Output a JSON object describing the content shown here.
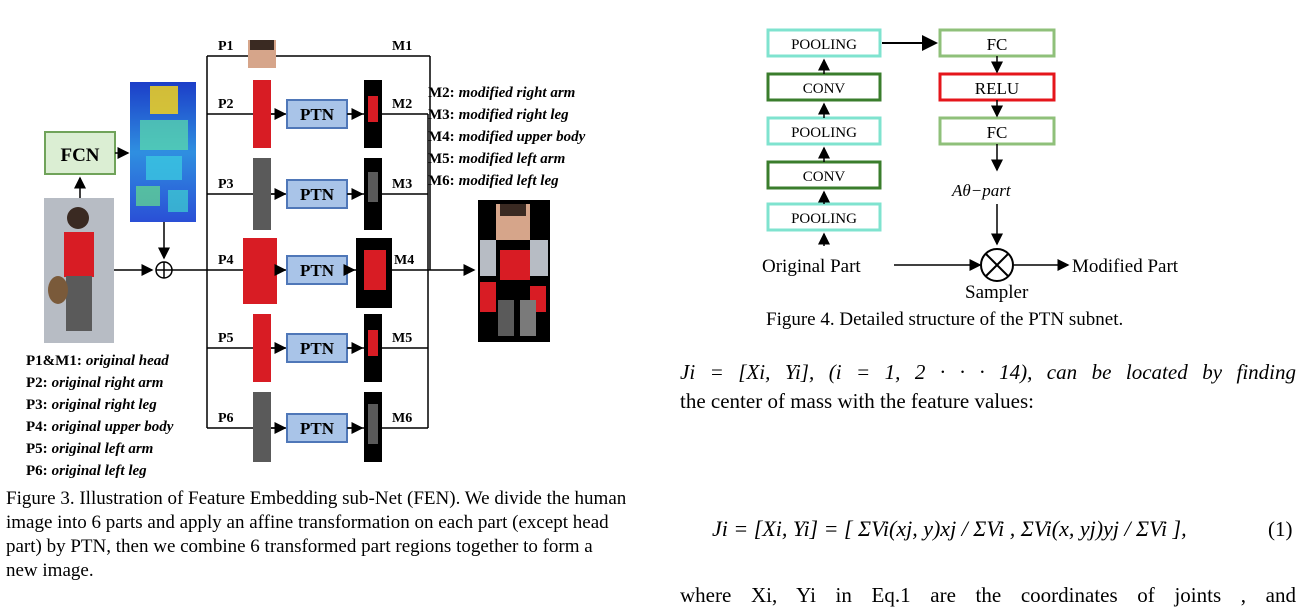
{
  "figure3": {
    "fcn_label": "FCN",
    "ptn_label": "PTN",
    "parts": [
      "P1",
      "P2",
      "P3",
      "P4",
      "P5",
      "P6"
    ],
    "mods": [
      "M1",
      "M2",
      "M3",
      "M4",
      "M5",
      "M6"
    ],
    "mod_legend": [
      {
        "key": "M2:",
        "text": "modified right arm"
      },
      {
        "key": "M3:",
        "text": "modified right leg"
      },
      {
        "key": "M4:",
        "text": "modified upper body"
      },
      {
        "key": "M5:",
        "text": "modified left arm"
      },
      {
        "key": "M6:",
        "text": "modified left leg"
      }
    ],
    "part_legend": [
      {
        "key": "P1&M1:",
        "text": "original head"
      },
      {
        "key": "P2:",
        "text": "original right arm"
      },
      {
        "key": "P3:",
        "text": "original right leg"
      },
      {
        "key": "P4:",
        "text": "original upper body"
      },
      {
        "key": "P5:",
        "text": "original left arm"
      },
      {
        "key": "P6:",
        "text": "original left leg"
      }
    ],
    "caption": "Figure 3. Illustration of Feature Embedding sub-Net (FEN). We divide the human image into 6 parts and apply an affine transformation on each part (except head part) by PTN, then we combine 6 transformed part regions together to form a new image."
  },
  "figure4": {
    "left_stack": [
      "POOLING",
      "CONV",
      "POOLING",
      "CONV",
      "POOLING"
    ],
    "right_stack": [
      "FC",
      "RELU",
      "FC"
    ],
    "theta_label": "Aθ−part",
    "input_label": "Original Part",
    "output_label": "Modified Part",
    "sampler_label": "Sampler",
    "caption": "Figure 4. Detailed structure of the PTN subnet."
  },
  "text": {
    "line1": "Ji = [Xi, Yi], (i = 1, 2 · · · 14), can be located by finding",
    "line2": "the center of mass with the feature values:",
    "equation": "Ji = [Xi, Yi] = [ ΣVi(xj, y)xj / ΣVi , ΣVi(x, yj)yj / ΣVi ],",
    "eq_number": "(1)",
    "where": "where Xi, Yi in Eq.1 are the coordinates of joints , and"
  },
  "colors": {
    "fcn_fill": "#dbeed3",
    "fcn_border": "#70a35a",
    "ptn_fill": "#a9c4e8",
    "ptn_border": "#4f77b8",
    "pool_border": "#7fe3cf",
    "conv_border": "#3a7d2c",
    "fc_border": "#8fc07a",
    "relu_border": "#e5151b",
    "shirt_red": "#d81c24",
    "pants_gray": "#5a5a5a",
    "skin": "#d6a58a"
  }
}
